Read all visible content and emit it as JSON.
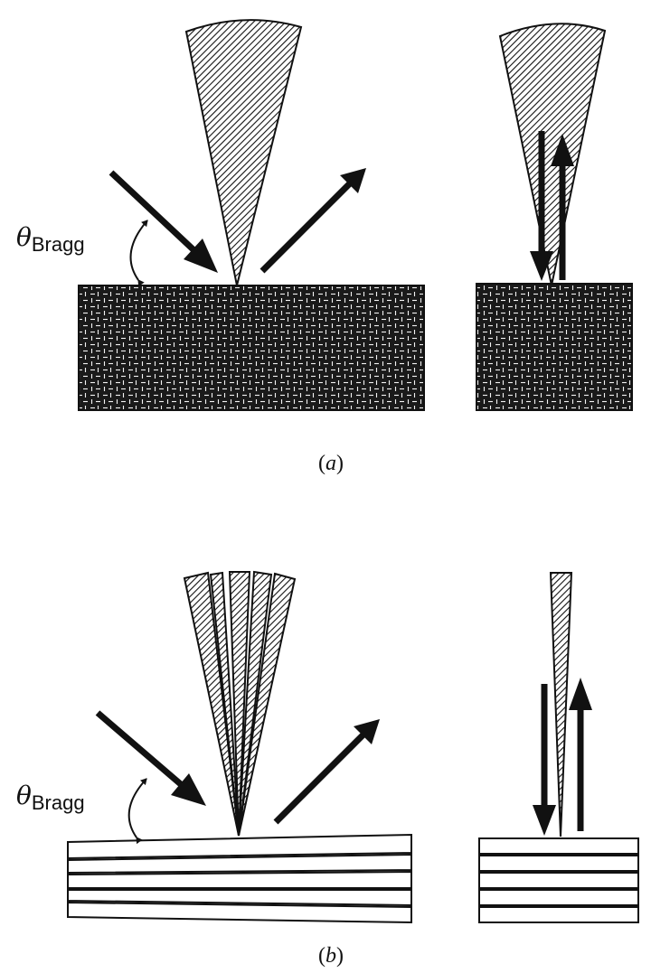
{
  "theta_symbol": "θ",
  "theta_subscript": "Bragg",
  "panels": {
    "a": {
      "label": "a"
    },
    "b": {
      "label": "b"
    }
  },
  "colors": {
    "ink": "#111111",
    "background": "#ffffff",
    "block_fill": "#1a1a1a"
  }
}
